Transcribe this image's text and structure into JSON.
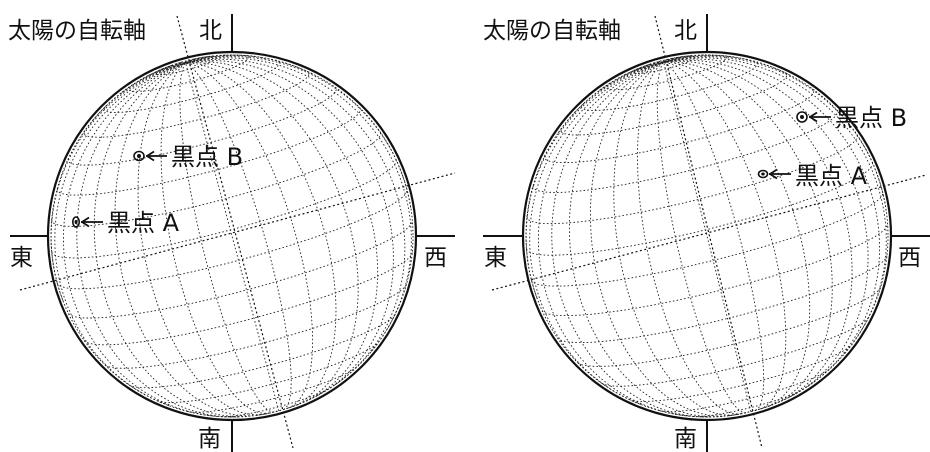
{
  "panels": [
    {
      "title": "太陽の自転軸",
      "north": "北",
      "south": "南",
      "east": "東",
      "west": "西",
      "spots": [
        {
          "label": "黒点 B"
        },
        {
          "label": "黒点 A"
        }
      ]
    },
    {
      "title": "太陽の自転軸",
      "north": "北",
      "south": "南",
      "east": "東",
      "west": "西",
      "spots": [
        {
          "label": "黒点 B"
        },
        {
          "label": "黒点 A"
        }
      ]
    }
  ],
  "colors": {
    "ink": "#111111",
    "grid": "#222222"
  }
}
